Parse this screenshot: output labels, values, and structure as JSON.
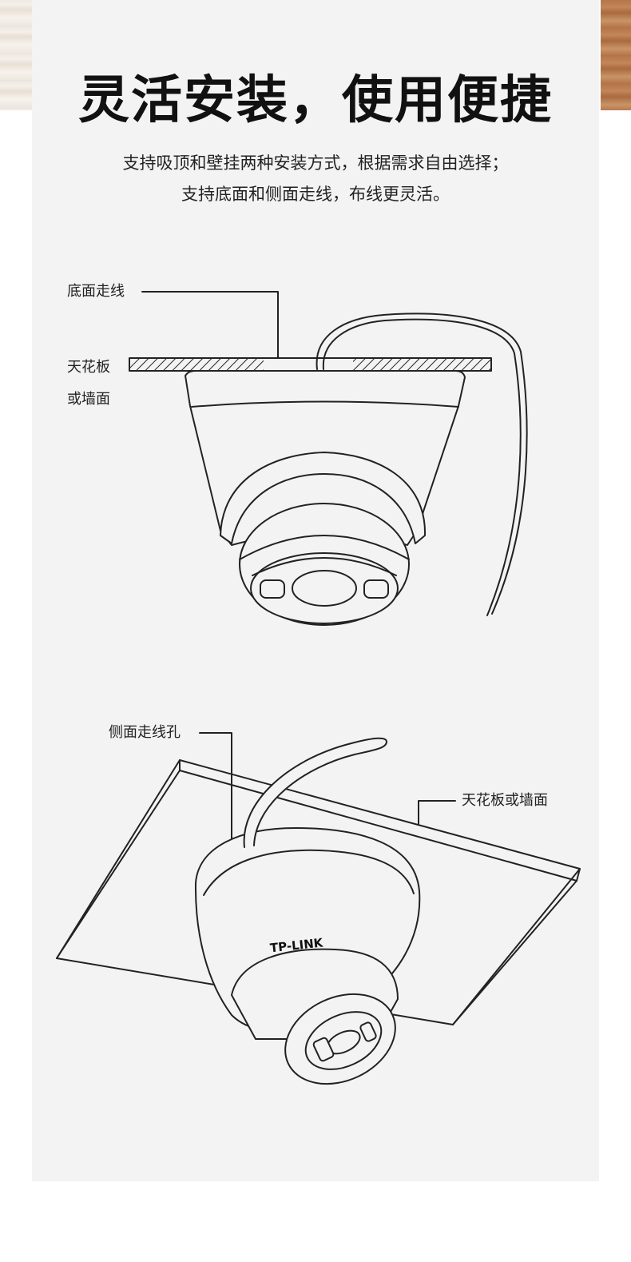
{
  "header": {
    "title": "灵活安装，使用便捷",
    "subtitle_line1": "支持吸顶和壁挂两种安装方式，根据需求自由选择；",
    "subtitle_line2": "支持底面和侧面走线，布线更灵活。"
  },
  "diagram_top": {
    "label_bottom_wiring": "底面走线",
    "label_ceiling_line1": "天花板",
    "label_ceiling_line2": "或墙面"
  },
  "diagram_bottom": {
    "label_side_hole": "侧面走线孔",
    "label_ceiling_wall": "天花板或墙面",
    "brand_logo": "TP-LINK"
  },
  "colors": {
    "panel_background": "#f3f3f3",
    "line": "#222222",
    "wood_left": "#efe9e2",
    "wood_right": "#b5764a"
  }
}
